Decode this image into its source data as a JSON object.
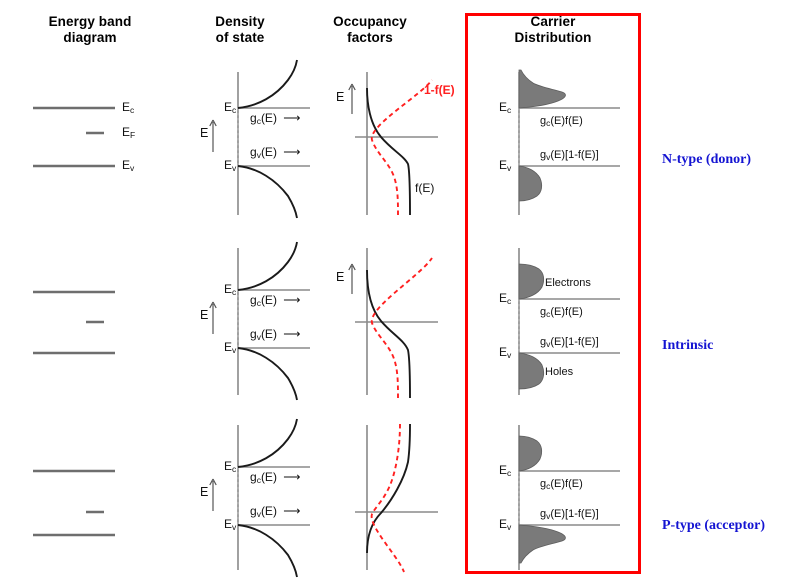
{
  "figure": {
    "title_columns": [
      {
        "id": "energy-band-diagram",
        "label": "Energy band\ndiagram"
      },
      {
        "id": "density-of-state",
        "label": "Density\nof state"
      },
      {
        "id": "occupancy-factors",
        "label": "Occupancy\nfactors"
      },
      {
        "id": "carrier-distribution",
        "label": "Carrier\nDistribution"
      }
    ],
    "highlight_box": {
      "color": "#ff0000",
      "target_column": "Carrier Distribution"
    }
  },
  "rows": [
    {
      "id": "n-type",
      "type_label": "N-type (donor)",
      "band": {
        "ec": "E",
        "ec_sub": "c",
        "ef": "E",
        "ef_sub": "F",
        "ev": "E",
        "ev_sub": "v"
      },
      "fermi_position": "near-conduction-band",
      "electron_peak": "large",
      "hole_peak": "small"
    },
    {
      "id": "intrinsic",
      "type_label": "Intrinsic",
      "band": {
        "ec": "E",
        "ec_sub": "c",
        "ef": "E",
        "ef_sub": "F",
        "ev": "E",
        "ev_sub": "v"
      },
      "fermi_position": "mid-gap",
      "electron_peak": "medium",
      "hole_peak": "medium"
    },
    {
      "id": "p-type",
      "type_label": "P-type (acceptor)",
      "band": {
        "ec": "E",
        "ec_sub": "c",
        "ef": "E",
        "ef_sub": "F",
        "ev": "E",
        "ev_sub": "v"
      },
      "fermi_position": "near-valence-band",
      "electron_peak": "small",
      "hole_peak": "large"
    }
  ],
  "labels": {
    "Ec": "E",
    "Ec_sub": "c",
    "Ev": "E",
    "Ev_sub": "v",
    "EF": "E",
    "EF_sub": "F",
    "E_axis": "E",
    "gc": "g",
    "gc_sub": "c",
    "gc_tail": "(E)",
    "gv": "g",
    "gv_sub": "v",
    "gv_tail": "(E)",
    "arrow": "⟶",
    "fE": "f(E)",
    "one_minus_fE": "1-f(E)",
    "gcfE_pre": "g",
    "gcfE_sub": "c",
    "gcfE_post": "(E)f(E)",
    "gv1mf_pre": "g",
    "gv1mf_sub": "v",
    "gv1mf_post": "(E)[1-f(E)]",
    "electrons": "Electrons",
    "holes": "Holes"
  },
  "colors": {
    "highlight": "#ff0000",
    "fermi_curve_red": "#ff2020",
    "occupancy_curve": "#1a1a1a",
    "band_gray": "#6e6e6e",
    "peak_fill": "#7a7a7a",
    "type_label_blue": "#1414d2"
  }
}
